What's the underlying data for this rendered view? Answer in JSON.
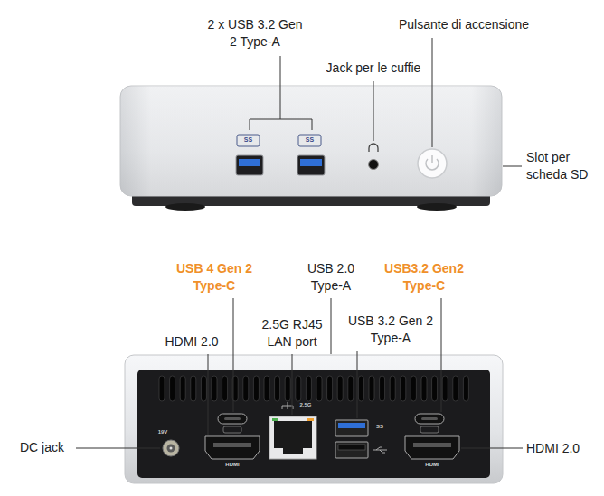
{
  "diagram": {
    "labels": [
      "2 x USB 3.2 Gen 2 Type-A",
      "Pulsante di accensione",
      "Jack per le cuffie",
      "SS",
      "SS",
      "Slot per scheda SD",
      "USB 4 Gen 2 Type-C",
      "USB 2.0 Type-A",
      "USB3.2 Gen2 Type-C",
      "2.5G RJ45 LAN port",
      "HDMI 2.0",
      "USB 3.2 Gen 2 Type-A",
      "2.5G",
      "SS",
      "19V",
      "DC jack",
      "HDMI 2.0",
      "HDMI",
      "HDMI"
    ]
  }
}
